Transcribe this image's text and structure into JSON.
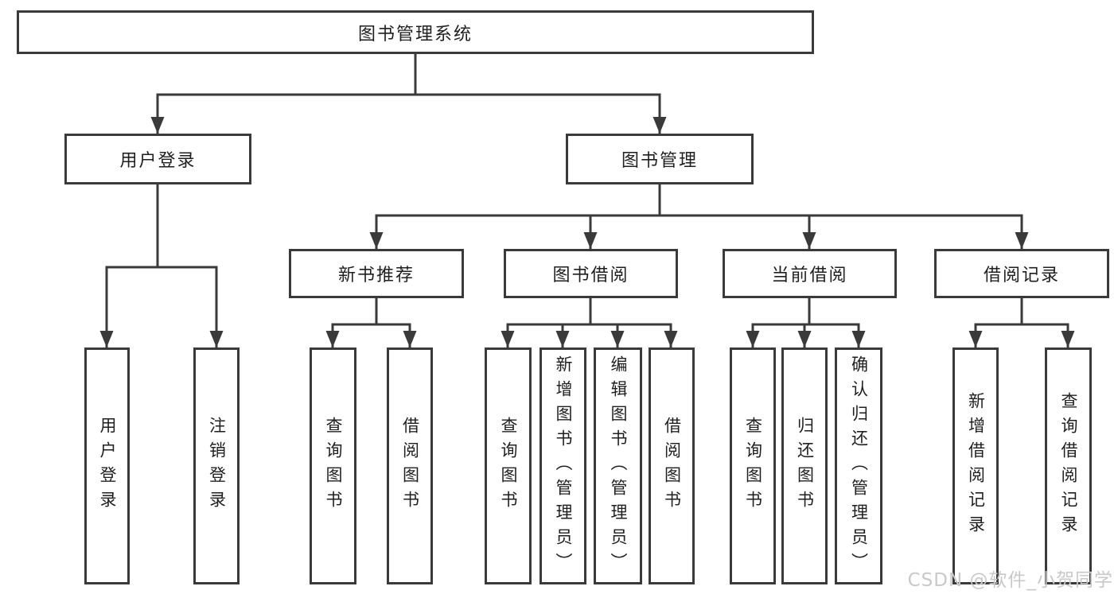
{
  "tree": {
    "label": "图书管理系统",
    "children": [
      {
        "label": "用户登录",
        "children": [
          {
            "label": "用户登录"
          },
          {
            "label": "注销登录"
          }
        ]
      },
      {
        "label": "图书管理",
        "children": [
          {
            "label": "新书推荐",
            "children": [
              {
                "label": "查询图书"
              },
              {
                "label": "借阅图书"
              }
            ]
          },
          {
            "label": "图书借阅",
            "children": [
              {
                "label": "查询图书"
              },
              {
                "label": "新增图书（管理员）"
              },
              {
                "label": "编辑图书（管理员）"
              },
              {
                "label": "借阅图书"
              }
            ]
          },
          {
            "label": "当前借阅",
            "children": [
              {
                "label": "查询图书"
              },
              {
                "label": "归还图书"
              },
              {
                "label": "确认归还（管理员）"
              }
            ]
          },
          {
            "label": "借阅记录",
            "children": [
              {
                "label": "新增借阅记录"
              },
              {
                "label": "查询借阅记录"
              }
            ]
          }
        ]
      }
    ]
  },
  "watermark": "CSDN @软件_小贺同学",
  "colors": {
    "line": "#3a3a3a",
    "text": "#1f1f1f",
    "background": "#ffffff",
    "watermark": "#c9c9c9"
  }
}
